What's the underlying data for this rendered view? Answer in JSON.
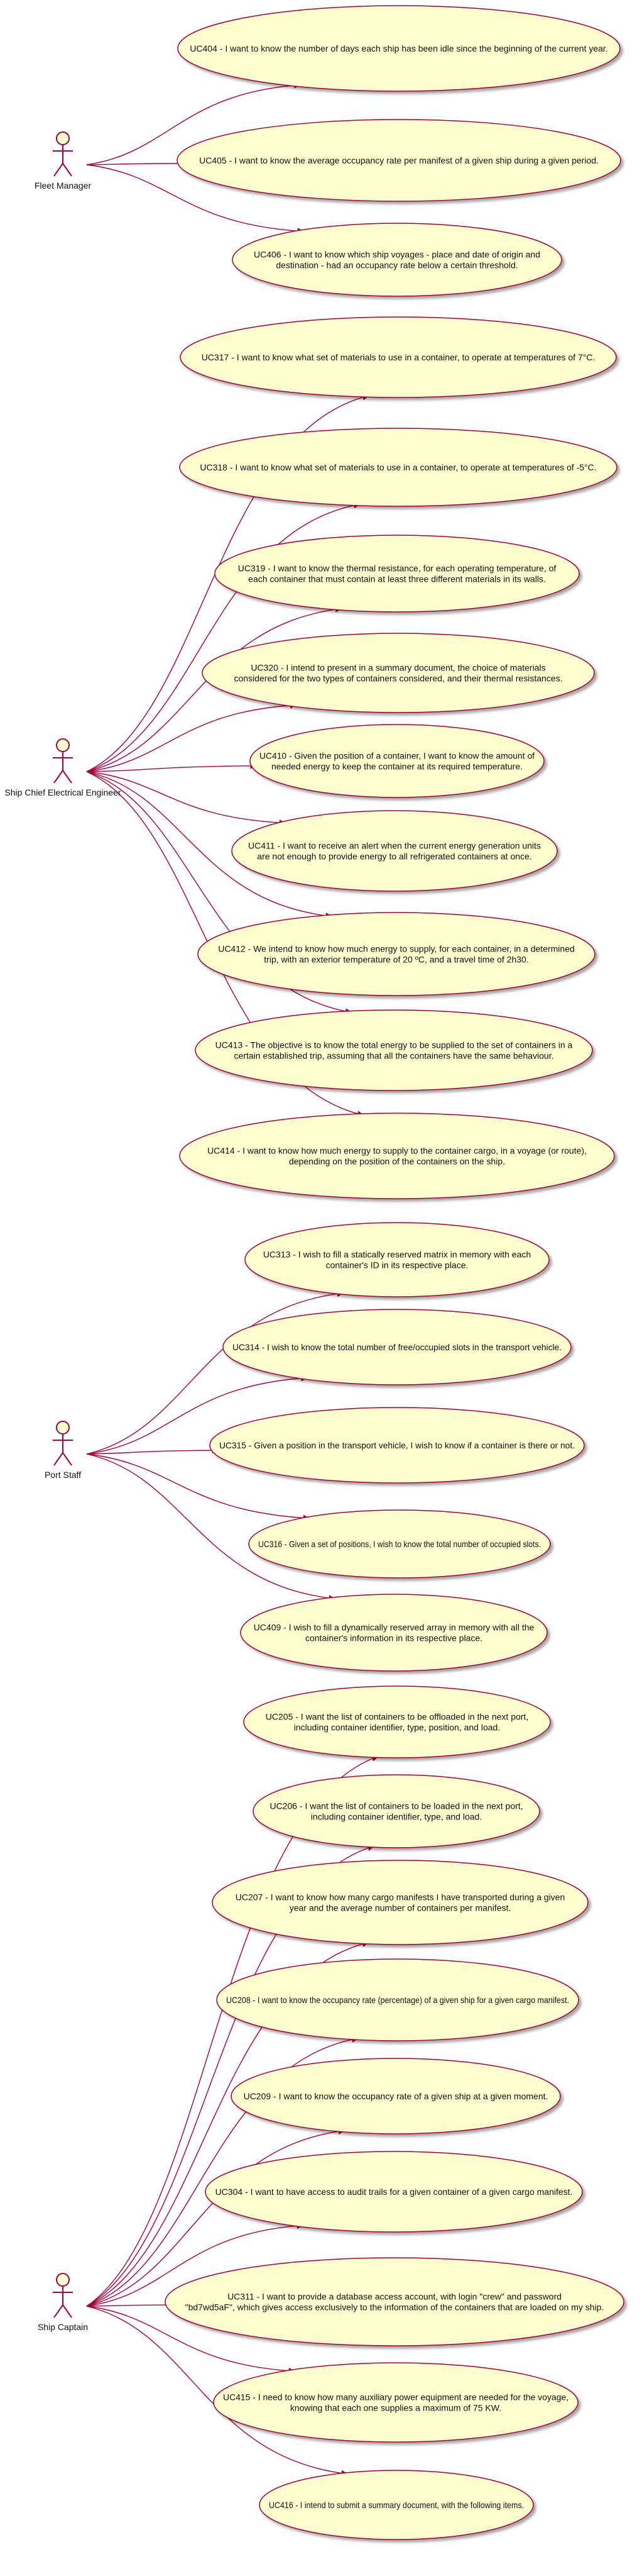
{
  "colors": {
    "ellipse_fill": "#fefece",
    "ellipse_stroke": "#a80036",
    "edge": "#a80036",
    "actor_stroke": "#a80036",
    "actor_fill": "#fefece",
    "shadow": "#c8c8c8"
  },
  "actors": [
    {
      "id": "fleet-manager",
      "name": "Fleet Manager"
    },
    {
      "id": "ship-chief-electrical-engineer",
      "name": "Ship Chief Electrical Engineer"
    },
    {
      "id": "port-staff",
      "name": "Port Staff"
    },
    {
      "id": "ship-captain",
      "name": "Ship Captain"
    }
  ],
  "use_cases": [
    {
      "id": "UC404",
      "actor": "fleet-manager",
      "lines": [
        "UC404 - I want to know the number of days each ship has been idle since the beginning of the current year."
      ]
    },
    {
      "id": "UC405",
      "actor": "fleet-manager",
      "lines": [
        "UC405 - I want to know the average occupancy rate per manifest of a given ship during a given period."
      ]
    },
    {
      "id": "UC406",
      "actor": "fleet-manager",
      "lines": [
        "UC406 - I want to know which ship voyages - place and date of origin and",
        "destination - had an occupancy rate below a certain threshold."
      ]
    },
    {
      "id": "UC317",
      "actor": "ship-chief-electrical-engineer",
      "lines": [
        "UC317 - I want to know what set of materials to use in a container, to operate at temperatures of 7°C."
      ]
    },
    {
      "id": "UC318",
      "actor": "ship-chief-electrical-engineer",
      "lines": [
        "UC318 - I want to know what set of materials to use in a container, to operate at temperatures of -5°C."
      ]
    },
    {
      "id": "UC319",
      "actor": "ship-chief-electrical-engineer",
      "lines": [
        "UC319 - I want to know the thermal resistance, for each operating temperature, of",
        "each container that must contain at least three different materials in its walls."
      ]
    },
    {
      "id": "UC320",
      "actor": "ship-chief-electrical-engineer",
      "lines": [
        "UC320 - I intend to present in a summary document, the choice of materials",
        "considered for the two types of containers considered, and their thermal resistances."
      ]
    },
    {
      "id": "UC410",
      "actor": "ship-chief-electrical-engineer",
      "lines": [
        "UC410 - Given the position of a container, I want to know the amount of",
        "needed energy to keep the container at its required temperature."
      ]
    },
    {
      "id": "UC411",
      "actor": "ship-chief-electrical-engineer",
      "lines": [
        "UC411 - I want to receive an alert when the current energy generation units",
        "are not enough to provide energy to all refrigerated containers at once."
      ]
    },
    {
      "id": "UC412",
      "actor": "ship-chief-electrical-engineer",
      "lines": [
        "UC412 - We intend to know how much energy to supply, for each container, in a determined",
        "trip, with an exterior temperature of 20 ºC, and a travel time of 2h30."
      ]
    },
    {
      "id": "UC413",
      "actor": "ship-chief-electrical-engineer",
      "lines": [
        "UC413 - The objective is to know the total energy to be supplied to the set of containers in a",
        "certain established trip, assuming that all the containers have the same behaviour."
      ]
    },
    {
      "id": "UC414",
      "actor": "ship-chief-electrical-engineer",
      "lines": [
        "UC414 - I want to know how much energy to supply to the container cargo, in a voyage (or route),",
        "depending on the position of the containers on the ship."
      ]
    },
    {
      "id": "UC313",
      "actor": "port-staff",
      "lines": [
        "UC313 - I wish to fill a statically reserved matrix in memory with each",
        "container's ID in its respective place."
      ]
    },
    {
      "id": "UC314",
      "actor": "port-staff",
      "lines": [
        "UC314 - I wish to know the total number of free/occupied slots in the transport vehicle."
      ]
    },
    {
      "id": "UC315",
      "actor": "port-staff",
      "lines": [
        "UC315 - Given a position in the transport vehicle, I wish to know if a container is there or not."
      ]
    },
    {
      "id": "UC316",
      "actor": "port-staff",
      "lines": [
        "UC316 - Given a set of positions, I wish to know the total number of occupied slots."
      ]
    },
    {
      "id": "UC409",
      "actor": "port-staff",
      "lines": [
        "UC409 - I wish to fill a dynamically reserved array in memory with all the",
        "container's information in its respective place."
      ]
    },
    {
      "id": "UC205",
      "actor": "ship-captain",
      "lines": [
        "UC205 - I want the list of containers to be offloaded in the next port,",
        "including container identifier, type, position, and load."
      ]
    },
    {
      "id": "UC206",
      "actor": "ship-captain",
      "lines": [
        "UC206 - I want the list of containers to be loaded in the next port,",
        "including container identifier, type, and load."
      ]
    },
    {
      "id": "UC207",
      "actor": "ship-captain",
      "lines": [
        "UC207 - I want to know how many cargo manifests I have transported during a given",
        "year and the average number of containers per manifest."
      ]
    },
    {
      "id": "UC208",
      "actor": "ship-captain",
      "lines": [
        "UC208 - I want to know the occupancy rate (percentage) of a given ship for a given cargo manifest."
      ]
    },
    {
      "id": "UC209",
      "actor": "ship-captain",
      "lines": [
        "UC209 - I want to know the occupancy rate of a given ship at a given moment."
      ]
    },
    {
      "id": "UC304",
      "actor": "ship-captain",
      "lines": [
        "UC304 - I want to have access to audit trails for a given container of a given cargo manifest."
      ]
    },
    {
      "id": "UC311",
      "actor": "ship-captain",
      "lines": [
        "UC311 - I want to provide a database access account, with login \"crew\" and password",
        "\"bd7wd5aF\", which gives access exclusively to the information of the  containers that are loaded on my ship."
      ]
    },
    {
      "id": "UC415",
      "actor": "ship-captain",
      "lines": [
        "UC415 - I need to know how many auxiliary power equipment are needed for the voyage,",
        "knowing that each one supplies a maximum of 75 KW."
      ]
    },
    {
      "id": "UC416",
      "actor": "ship-captain",
      "lines": [
        "UC416 - I intend to submit a summary document, with the following items."
      ]
    }
  ]
}
